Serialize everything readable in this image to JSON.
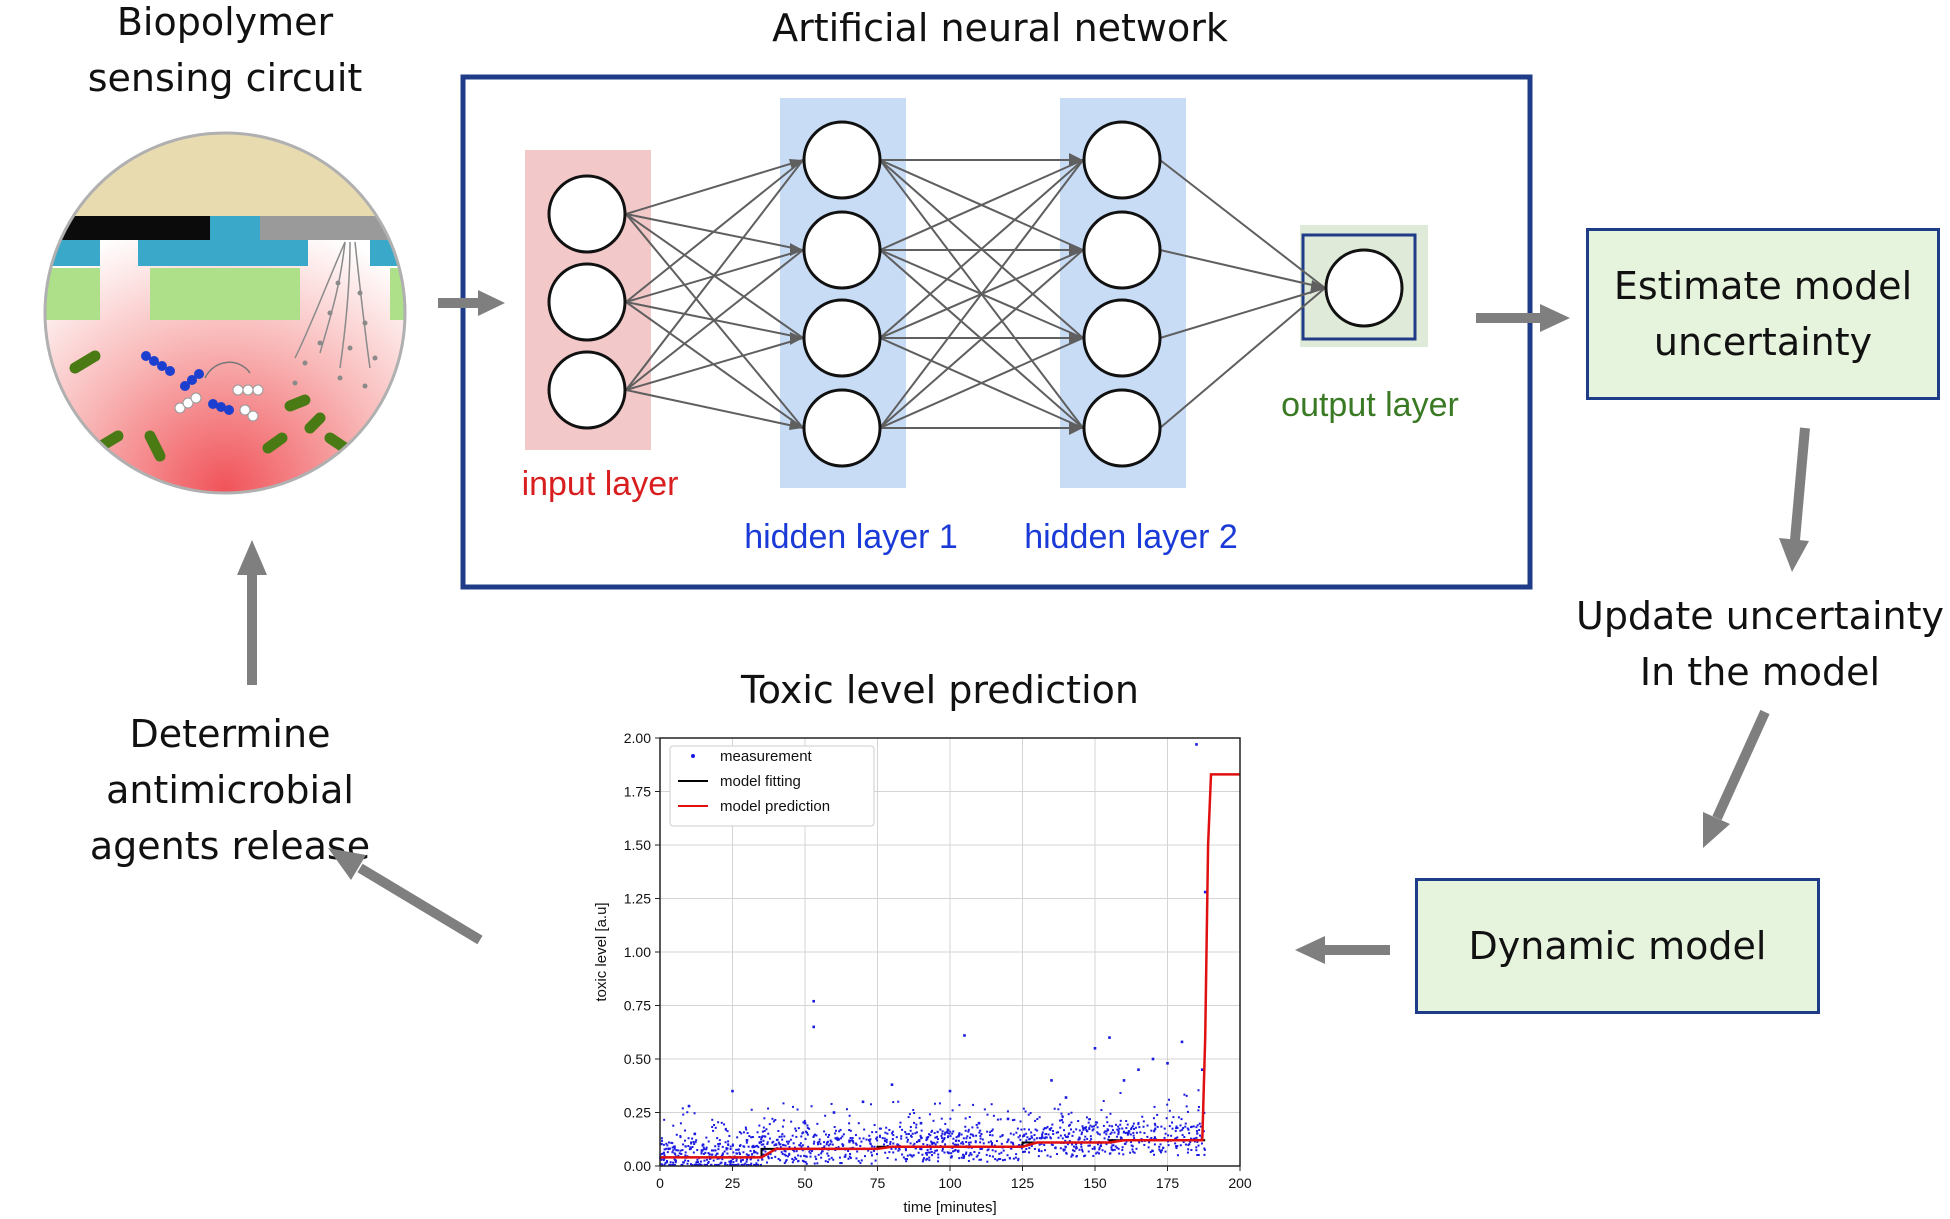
{
  "sensor": {
    "title_line1": "Biopolymer",
    "title_line2": "sensing circuit"
  },
  "ann": {
    "title": "Artificial neural network",
    "input_label": "input layer",
    "hidden1_label": "hidden layer 1",
    "hidden2_label": "hidden layer 2",
    "output_label": "output layer",
    "colors": {
      "input": "#d81e1e",
      "hidden": "#1a3ad8",
      "output": "#3a7a24"
    }
  },
  "steps": {
    "estimate_line1": "Estimate model",
    "estimate_line2": "uncertainty",
    "update_line1": "Update uncertainty",
    "update_line2": "In the model",
    "dynamic": "Dynamic model",
    "determine_line1": "Determine antimicrobial",
    "determine_line2": "agents release"
  },
  "prediction_title": "Toxic level prediction",
  "chart_data": {
    "type": "scatter",
    "title": "",
    "xlabel": "time [minutes]",
    "ylabel": "toxic level [a.u]",
    "xlim": [
      0,
      200
    ],
    "ylim": [
      0,
      2.0
    ],
    "xticks": [
      "0",
      "25",
      "50",
      "75",
      "100",
      "125",
      "150",
      "175",
      "200"
    ],
    "yticks": [
      "0.00",
      "0.25",
      "0.50",
      "0.75",
      "1.00",
      "1.25",
      "1.50",
      "1.75",
      "2.00"
    ],
    "grid": true,
    "legend_position": "top-left",
    "series": [
      {
        "name": "measurement",
        "kind": "points",
        "color": "#1a1ae0",
        "x": [
          5,
          10,
          12,
          25,
          30,
          40,
          50,
          53,
          53,
          60,
          70,
          80,
          90,
          100,
          105,
          110,
          120,
          135,
          140,
          150,
          155,
          160,
          165,
          170,
          175,
          180,
          185,
          187,
          188
        ],
        "y": [
          0.09,
          0.28,
          0.15,
          0.35,
          0.12,
          0.1,
          0.2,
          0.77,
          0.65,
          0.25,
          0.3,
          0.38,
          0.2,
          0.35,
          0.61,
          0.2,
          0.22,
          0.4,
          0.32,
          0.55,
          0.6,
          0.4,
          0.45,
          0.5,
          0.48,
          0.58,
          1.97,
          0.45,
          1.28
        ]
      },
      {
        "name": "model fitting",
        "kind": "line",
        "color": "#000000",
        "x": [
          0,
          35,
          35,
          75,
          75,
          125,
          125,
          155,
          155,
          188
        ],
        "y": [
          0.04,
          0.04,
          0.08,
          0.08,
          0.09,
          0.09,
          0.11,
          0.11,
          0.12,
          0.12
        ]
      },
      {
        "name": "model prediction",
        "kind": "line",
        "color": "#e01010",
        "x": [
          0,
          35,
          40,
          75,
          80,
          125,
          130,
          155,
          160,
          187,
          188,
          189,
          190,
          200
        ],
        "y": [
          0.04,
          0.04,
          0.08,
          0.08,
          0.09,
          0.09,
          0.11,
          0.11,
          0.12,
          0.12,
          0.6,
          1.5,
          1.83,
          1.83
        ]
      }
    ]
  }
}
